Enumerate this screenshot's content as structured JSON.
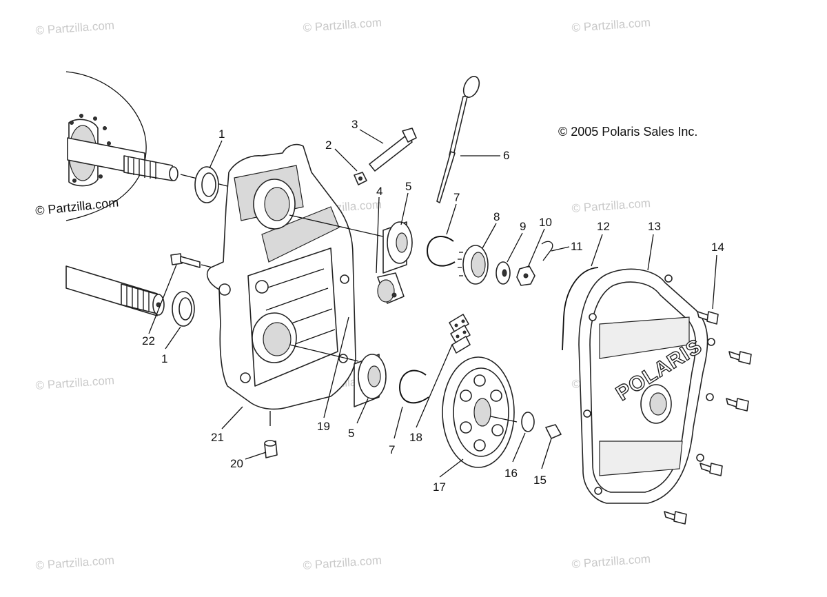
{
  "copyright": "© 2005 Polaris Sales Inc.",
  "watermark": "© Partzilla.com",
  "brand_text": "POLARIS",
  "callouts": [
    "1",
    "2",
    "3",
    "4",
    "5",
    "6",
    "7",
    "8",
    "9",
    "10",
    "11",
    "12",
    "13",
    "14",
    "5",
    "7",
    "22",
    "1",
    "21",
    "19",
    "18",
    "17",
    "16",
    "15",
    "20"
  ]
}
